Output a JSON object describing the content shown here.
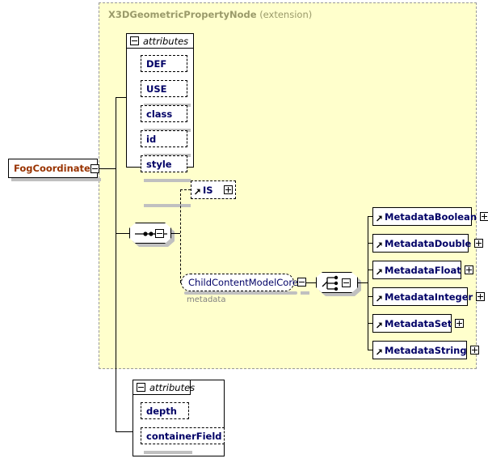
{
  "diagram": {
    "type": "xsd-schema-diagram",
    "root_element": {
      "name": "FogCoordinate",
      "expander": "minus"
    },
    "extension_region": {
      "base_type": "X3DGeometricPropertyNode",
      "kind": "(extension)",
      "bg_color": "#ffffcc",
      "border_color": "#999999"
    },
    "inherited_attributes": {
      "header": "attributes",
      "expander": "minus",
      "items": [
        {
          "name": "DEF"
        },
        {
          "name": "USE"
        },
        {
          "name": "class"
        },
        {
          "name": "id"
        },
        {
          "name": "style"
        }
      ]
    },
    "own_attributes": {
      "header": "attributes",
      "expander": "minus",
      "items": [
        {
          "name": "depth"
        },
        {
          "name": "containerField"
        }
      ]
    },
    "sequence_compositor": {
      "kind": "sequence",
      "expander": "minus"
    },
    "choice_compositor": {
      "kind": "choice",
      "expander": "minus"
    },
    "optional_children": [
      {
        "name": "IS",
        "expander": "plus",
        "optional": true
      }
    ],
    "group_reference": {
      "name": "ChildContentModelCore",
      "expander": "minus",
      "sublabel": "metadata",
      "optional": true
    },
    "metadata_elements": [
      {
        "name": "MetadataBoolean",
        "expander": "plus",
        "width": 123
      },
      {
        "name": "MetadataDouble",
        "expander": "plus",
        "width": 119
      },
      {
        "name": "MetadataFloat",
        "expander": "plus",
        "width": 110
      },
      {
        "name": "MetadataInteger",
        "expander": "plus",
        "width": 118
      },
      {
        "name": "MetadataSet",
        "expander": "plus",
        "width": 98
      },
      {
        "name": "MetadataString",
        "expander": "plus",
        "width": 117
      }
    ],
    "colors": {
      "element_text": "#000066",
      "root_text": "#993300",
      "extension_text": "#9a9a6a",
      "sublabel_text": "#808080",
      "shadow": "#c0c0c0",
      "region_bg": "#ffffcc"
    }
  }
}
